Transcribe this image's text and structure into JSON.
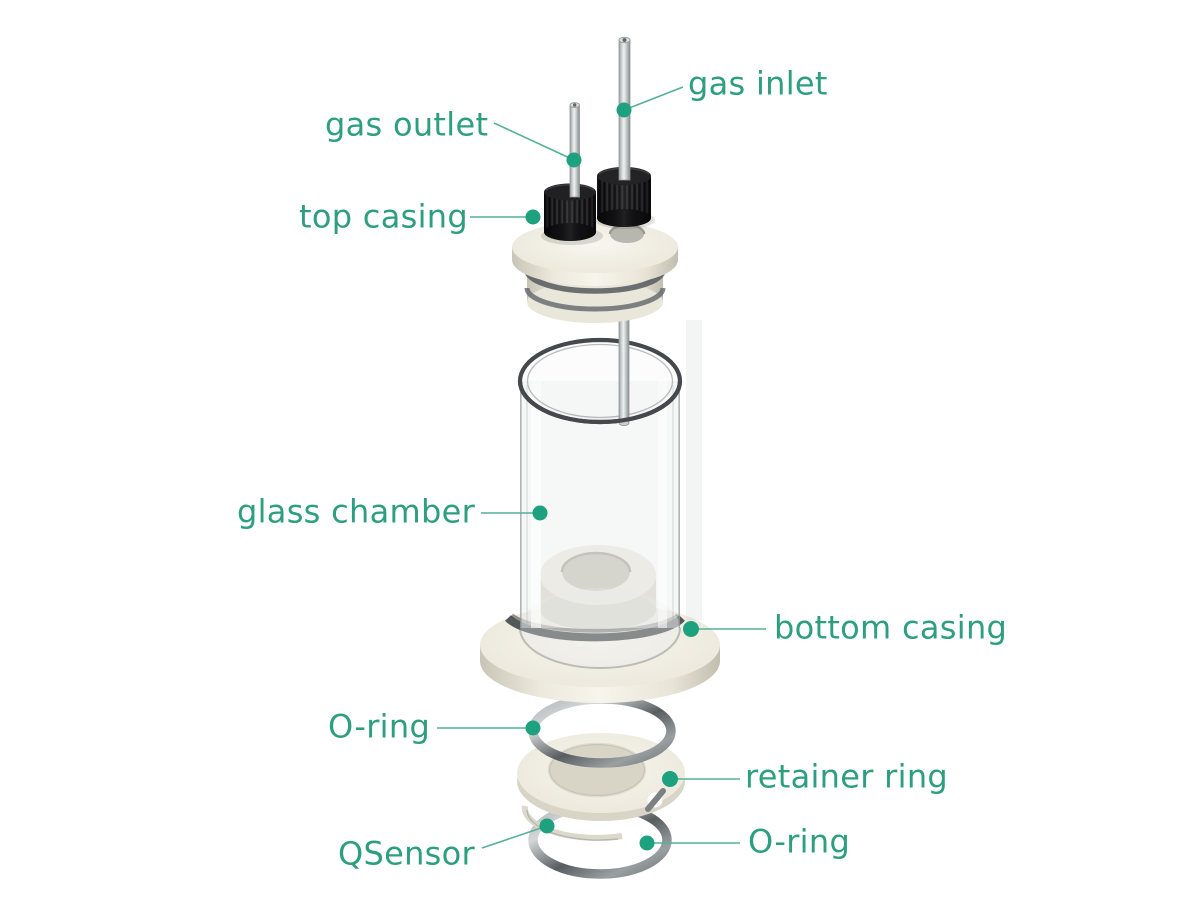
{
  "figure": {
    "kind": "exploded-assembly-diagram",
    "background": "#ffffff",
    "accent": "#2d9e80"
  },
  "labels": {
    "gas_inlet": "gas inlet",
    "gas_outlet": "gas outlet",
    "top_casing": "top casing",
    "glass_chamber": "glass chamber",
    "bottom_casing": "bottom casing",
    "o_ring_top": "O-ring",
    "retainer_ring": "retainer ring",
    "qsensor": "QSensor",
    "o_ring_bottom": "O-ring"
  },
  "colors": {
    "label_text": "#2d9e80",
    "leader_line": "#55b199",
    "marker_dot": "#1ea17e",
    "casing_cream": "#f0ede3",
    "casing_shade": "#d7d3c4",
    "cap_black": "#141416",
    "tube_gray": "#c6cbcb",
    "metal_ring": "#5c6164",
    "glass_rim": "#45494b"
  }
}
